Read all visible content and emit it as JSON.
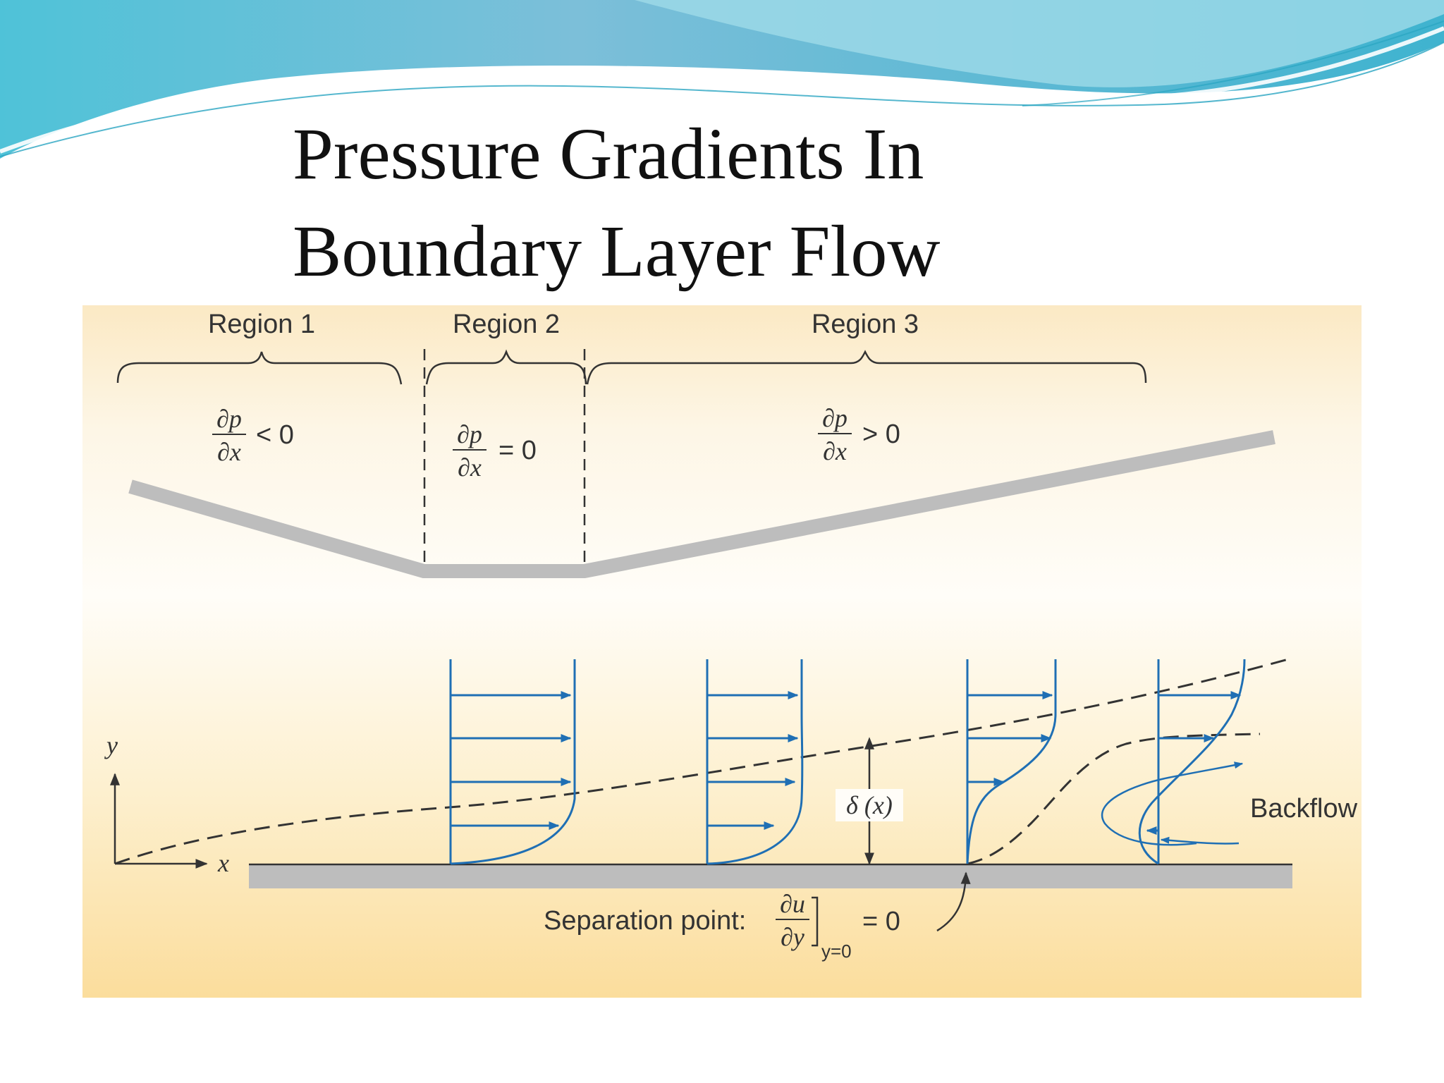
{
  "slide": {
    "title_line1": "Pressure Gradients In",
    "title_line2": "Boundary Layer Flow"
  },
  "figure": {
    "regions": [
      {
        "label": "Region 1",
        "dp": "∂p",
        "dx": "∂x",
        "relation": "< 0"
      },
      {
        "label": "Region 2",
        "dp": "∂p",
        "dx": "∂x",
        "relation": "= 0"
      },
      {
        "label": "Region 3",
        "dp": "∂p",
        "dx": "∂x",
        "relation": "> 0"
      }
    ],
    "axes": {
      "y": "y",
      "x": "x"
    },
    "thickness_label": "δ (x)",
    "backflow_label": "Backflow",
    "separation": {
      "label": "Separation point:",
      "du": "∂u",
      "dy": "∂y",
      "subscript": "y=0",
      "relation": "= 0"
    },
    "colors": {
      "arrow_blue": "#1f6fb4",
      "plate_gray": "#bdbdbd",
      "panel_light": "#fdf6e6",
      "panel_warm": "#fbe2a8",
      "wave_teal": "#5cc6da"
    }
  }
}
